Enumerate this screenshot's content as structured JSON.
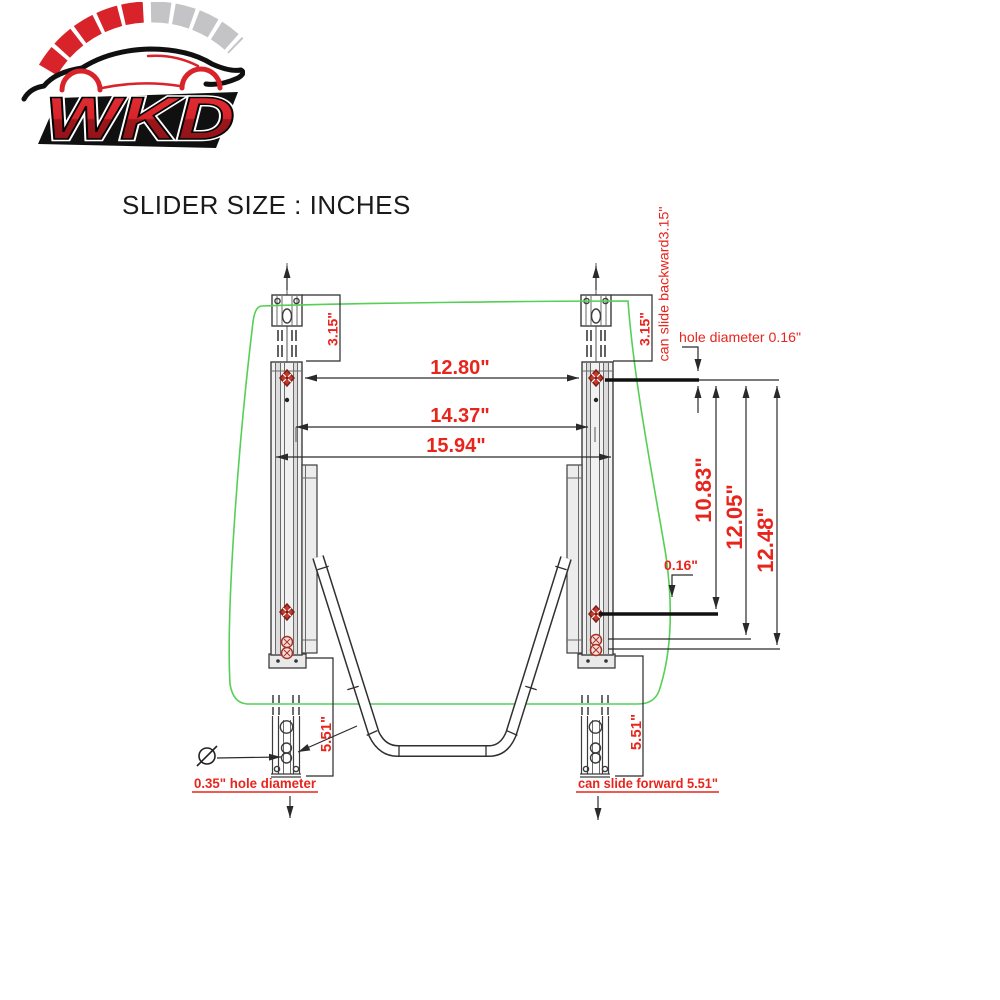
{
  "logo": {
    "brand": "WKD"
  },
  "header": {
    "title": "SLIDER SIZE : INCHES"
  },
  "diagram": {
    "widths": {
      "inner": "12.80\"",
      "middle": "14.37\"",
      "outer": "15.94\""
    },
    "heights": {
      "h1": "10.83\"",
      "h2": "12.05\"",
      "h3": "12.48\""
    },
    "brackets": {
      "left_offset": "3.15\"",
      "right_offset": "3.15\""
    },
    "slide": {
      "backward_note": "can slide backward3.15\"",
      "forward_note": "can slide forward 5.51\"",
      "left_travel": "5.51\"",
      "right_travel": "5.51\""
    },
    "holes": {
      "top_note": "hole diameter 0.16\"",
      "side_note": "0.16\"",
      "bottom_note": "0.35\" hole diameter",
      "diameter_symbol": "Ø"
    }
  },
  "colors": {
    "dimension_red": "#e8251d",
    "outline_green": "#55cf55",
    "brand_red": "#d8232a",
    "line_dark": "#2a2a2a"
  }
}
